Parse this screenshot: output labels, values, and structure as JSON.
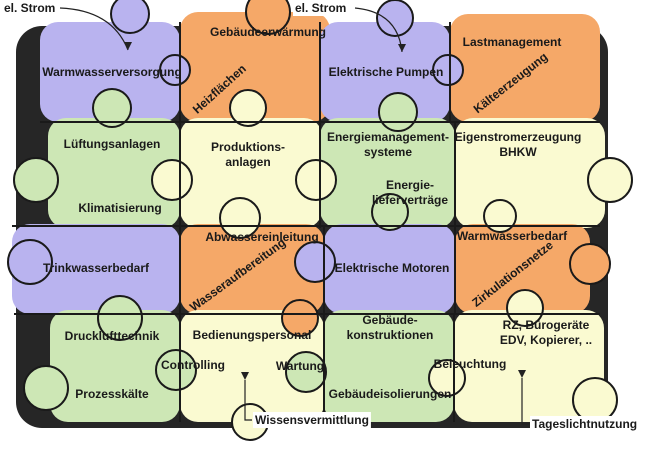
{
  "colors": {
    "purple": "#b9b3ef",
    "orange": "#f5a868",
    "green": "#cde7b5",
    "yellow": "#fafad1"
  },
  "pieces": [
    {
      "label": "Warmwasserversorgung",
      "color": "purple"
    },
    {
      "label": "Gebäudeerwärmung",
      "color": "orange"
    },
    {
      "label": "Heizflächen",
      "color": "orange"
    },
    {
      "label": "Elektrische Pumpen",
      "color": "purple"
    },
    {
      "label": "Lastmanagement",
      "color": "orange"
    },
    {
      "label": "Kälteerzeugung",
      "color": "orange"
    },
    {
      "label": "Lüftungsanlagen",
      "color": "green"
    },
    {
      "label": "Klimatisierung",
      "color": "green"
    },
    {
      "label": [
        "Produktions-",
        "anlagen"
      ],
      "color": "yellow"
    },
    {
      "label": [
        "Energiemanagement-",
        "systeme"
      ],
      "color": "green"
    },
    {
      "label": [
        "Energie-",
        "lieferverträge"
      ],
      "color": "green"
    },
    {
      "label": [
        "Eigenstromerzeugung",
        "BHKW"
      ],
      "color": "yellow"
    },
    {
      "label": "Trinkwasserbedarf",
      "color": "purple"
    },
    {
      "label": "Abwassereinleitung",
      "color": "orange"
    },
    {
      "label": "Wasseraufbereitung",
      "color": "orange"
    },
    {
      "label": "Elektrische Motoren",
      "color": "purple"
    },
    {
      "label": "Warmwasserbedarf",
      "color": "orange"
    },
    {
      "label": "Zirkulationsnetze",
      "color": "orange"
    },
    {
      "label": "Drucklufttechnik",
      "color": "green"
    },
    {
      "label": "Prozesskälte",
      "color": "green"
    },
    {
      "label": "Bedienungspersonal",
      "color": "yellow"
    },
    {
      "label": "Controlling",
      "color": "yellow"
    },
    {
      "label": "Wartung",
      "color": "yellow"
    },
    {
      "label": [
        "Gebäude-",
        "konstruktionen"
      ],
      "color": "green"
    },
    {
      "label": "Gebäudeisolierungen",
      "color": "green"
    },
    {
      "label": "Beleuchtung",
      "color": "yellow"
    },
    {
      "label": [
        "RZ, Bürogeräte",
        "EDV, Kopierer, .."
      ],
      "color": "yellow"
    }
  ],
  "annotations": [
    {
      "label": "el. Strom"
    },
    {
      "label": "el. Strom"
    },
    {
      "label": "Wissensvermittlung"
    },
    {
      "label": "Tageslichtnutzung"
    }
  ]
}
